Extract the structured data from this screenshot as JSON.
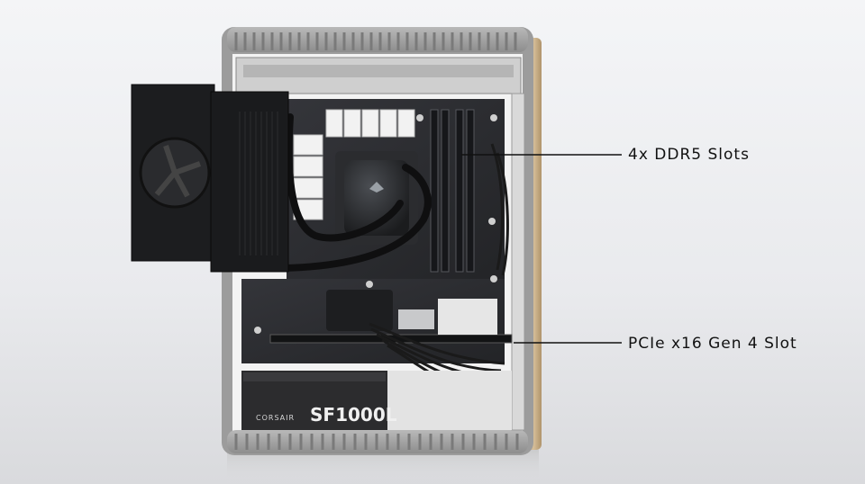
{
  "annotations": {
    "ram_label": "4x DDR5 Slots",
    "pcie_label": "PCIe x16 Gen 4 Slot"
  },
  "psu": {
    "brand": "CORSAIR",
    "model": "SF1000L"
  },
  "colors": {
    "background": "#eceef0",
    "chassis_aluminum": "#a6a6a6",
    "chassis_dark": "#3c3c3c",
    "wood_trim": "#c9b08a",
    "board": "#2a2b2e",
    "callout_line": "#111111"
  }
}
